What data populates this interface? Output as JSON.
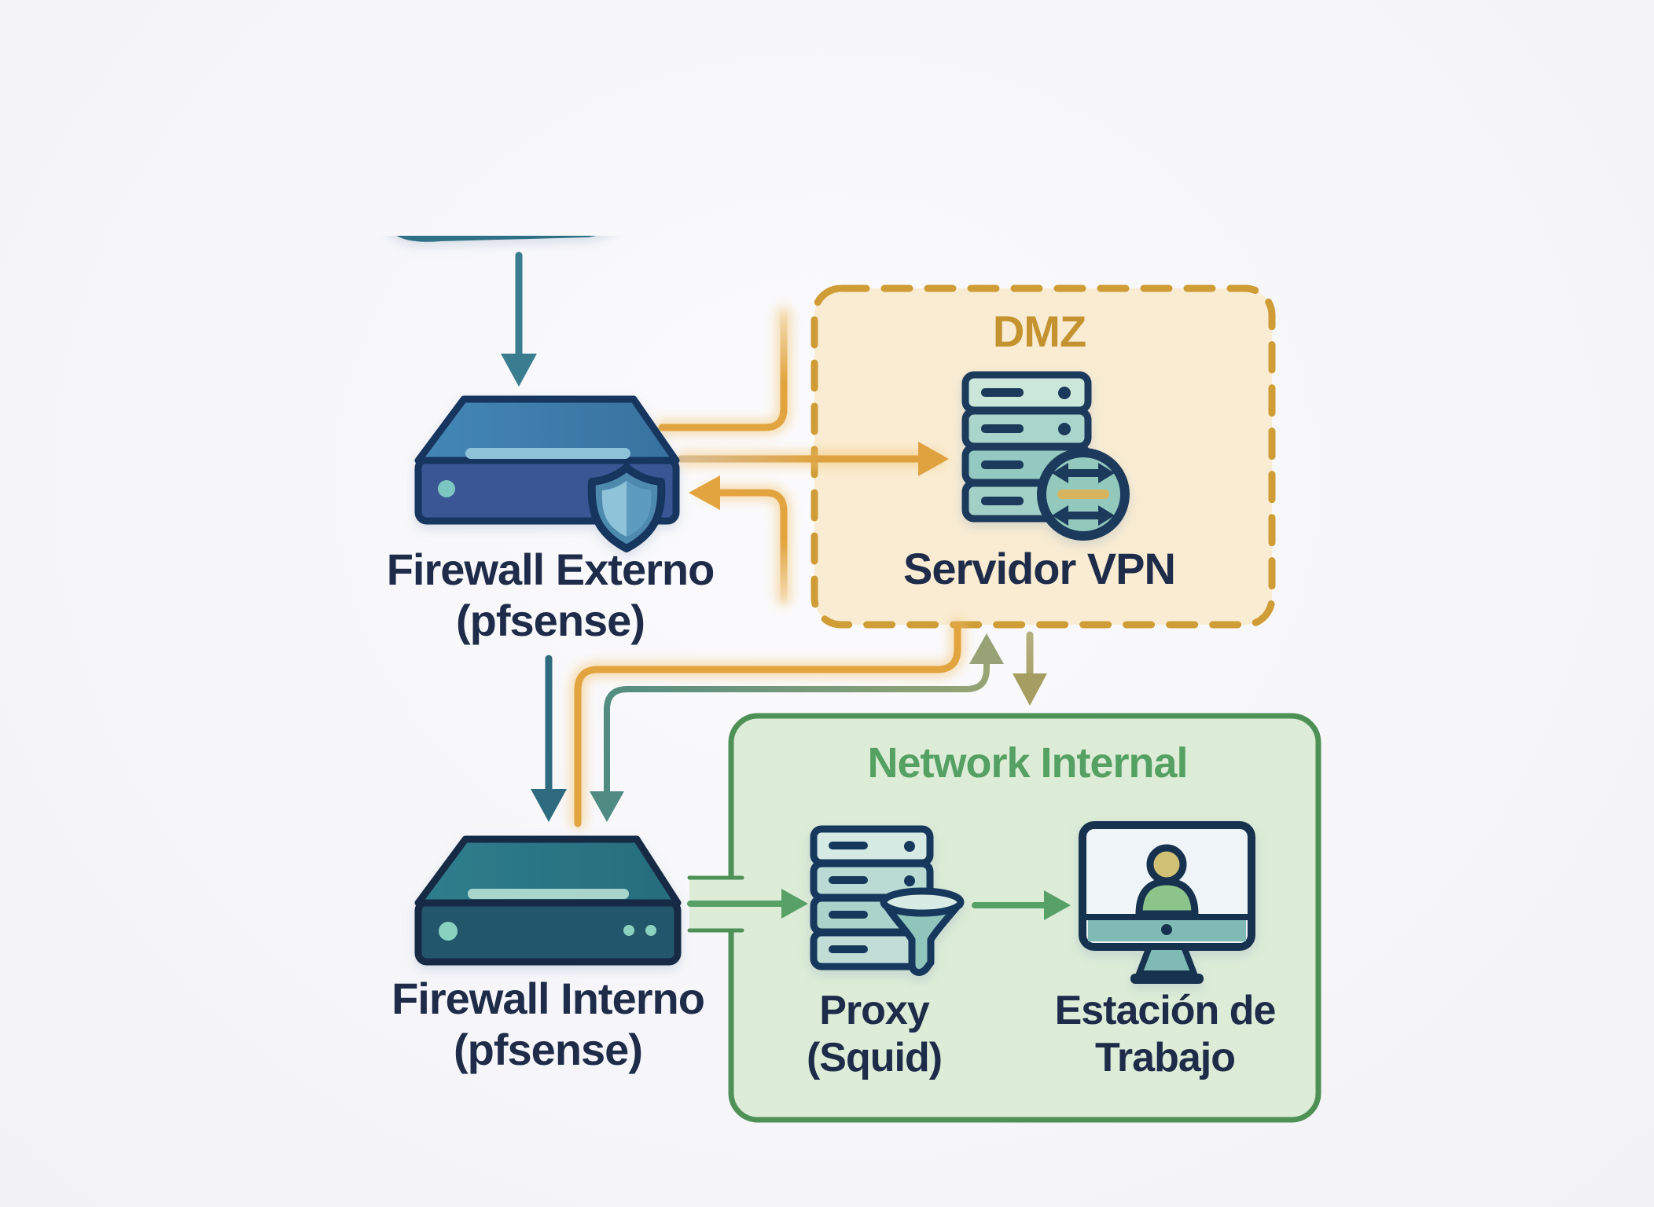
{
  "diagram": {
    "type": "network-topology",
    "nodes": {
      "internet_cloud": {
        "icon": "cloud-icon"
      },
      "firewall_externo": {
        "label_line1": "Firewall Externo",
        "label_line2": "(pfsense)",
        "icon": "firewall-appliance-icon",
        "badge": "shield-icon"
      },
      "dmz": {
        "title": "DMZ"
      },
      "servidor_vpn": {
        "label": "Servidor VPN",
        "icon": "server-stack-icon",
        "badge": "exchange-arrows-icon"
      },
      "firewall_interno": {
        "label_line1": "Firewall Interno",
        "label_line2": "(pfsense)",
        "icon": "firewall-appliance-icon"
      },
      "network_internal": {
        "title": "Network Internal"
      },
      "proxy": {
        "label_line1": "Proxy",
        "label_line2": "(Squid)",
        "icon": "server-stack-filter-icon"
      },
      "estacion_trabajo": {
        "label_line1": "Estación de",
        "label_line2": "Trabajo",
        "icon": "workstation-monitor-icon"
      }
    },
    "edges": [
      {
        "from": "internet_cloud",
        "to": "firewall_externo",
        "color": "#3a7d90",
        "style": "arrow-down"
      },
      {
        "from": "firewall_externo",
        "to": "dmz",
        "color": "#e2a43f",
        "style": "glow-elbow-up"
      },
      {
        "from": "firewall_externo",
        "to": "servidor_vpn",
        "color": "#e0a23f",
        "style": "arrow-right"
      },
      {
        "from": "servidor_vpn",
        "to": "firewall_externo",
        "color": "#e2a43f",
        "style": "arrow-left-glow"
      },
      {
        "from": "dmz",
        "to": "firewall_interno",
        "color": "#e2a43f",
        "style": "glow-elbow-down"
      },
      {
        "from": "firewall_interno",
        "to": "dmz",
        "color": "#7d9a7c",
        "style": "double-arrow-elbow"
      },
      {
        "from": "dmz",
        "to": "network_internal",
        "color": "#aba566",
        "style": "arrow-down"
      },
      {
        "from": "firewall_externo",
        "to": "firewall_interno",
        "color": "#2f6b80",
        "style": "arrow-down"
      },
      {
        "from": "firewall_interno",
        "to": "proxy",
        "color": "#57a066",
        "style": "arrow-right"
      },
      {
        "from": "proxy",
        "to": "estacion_trabajo",
        "color": "#57a066",
        "style": "arrow-right"
      }
    ],
    "colors": {
      "background": "#f6f6f9",
      "label_text": "#1e2b49",
      "dmz_fill": "#f9ecd2",
      "dmz_border": "#cf9c35",
      "dmz_title": "#c4922e",
      "network_internal_fill": "#dcecd7",
      "network_internal_border": "#4e9156",
      "network_internal_title": "#55a063",
      "orange_flow": "#e2a43f",
      "teal_flow": "#2f6b80",
      "sage_flow": "#93a577",
      "olive_flow": "#aba566",
      "green_flow": "#57a066",
      "device_blue_top": "#3f7dac",
      "device_blue_front": "#3b5794",
      "device_teal_top": "#2d7a89",
      "device_teal_front": "#24566b"
    }
  }
}
